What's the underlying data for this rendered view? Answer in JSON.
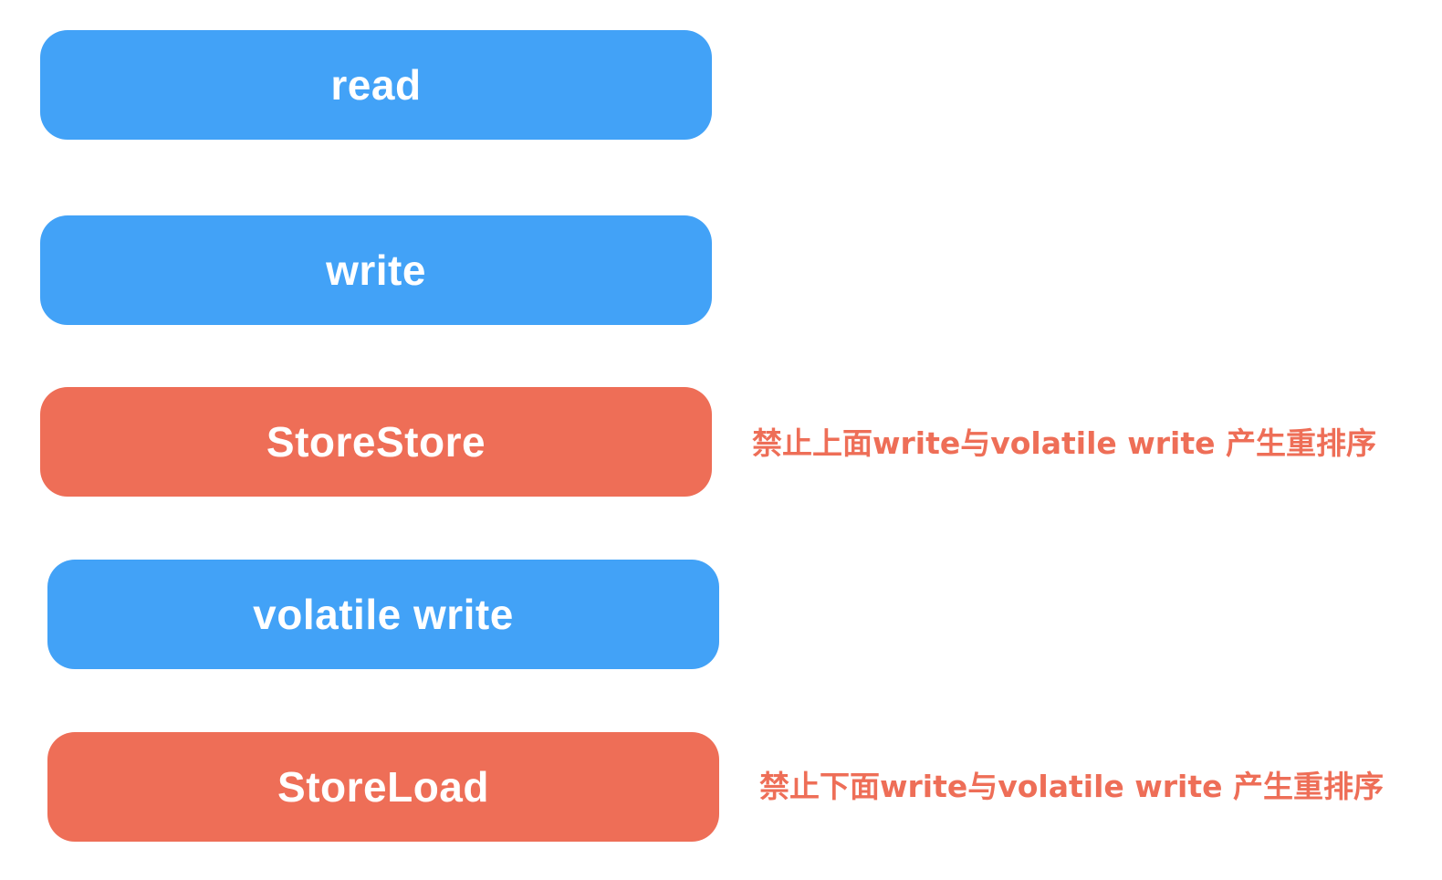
{
  "colors": {
    "operation_block": "#42a2f7",
    "barrier_block": "#ee6e57",
    "block_text": "#ffffff",
    "annotation_text": "#ee6e57",
    "background": "#ffffff"
  },
  "blocks": [
    {
      "label": "read",
      "kind": "operation"
    },
    {
      "label": "write",
      "kind": "operation"
    },
    {
      "label": "StoreStore",
      "kind": "barrier"
    },
    {
      "label": "volatile write",
      "kind": "operation"
    },
    {
      "label": "StoreLoad",
      "kind": "barrier"
    }
  ],
  "annotations": {
    "storestore": "禁止上面write与volatile write 产生重排序",
    "storeload": "禁止下面write与volatile write 产生重排序"
  }
}
